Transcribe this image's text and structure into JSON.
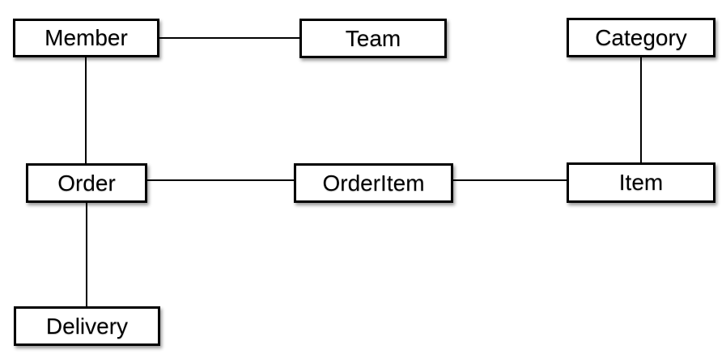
{
  "diagram": {
    "type": "entity-relationship",
    "colors": {
      "background": "#ffffff",
      "node_fill": "#ffffff",
      "node_border": "#000000",
      "edge": "#000000",
      "text": "#000000"
    },
    "nodes": [
      {
        "id": "member",
        "label": "Member"
      },
      {
        "id": "team",
        "label": "Team"
      },
      {
        "id": "category",
        "label": "Category"
      },
      {
        "id": "order",
        "label": "Order"
      },
      {
        "id": "orderitem",
        "label": "OrderItem"
      },
      {
        "id": "item",
        "label": "Item"
      },
      {
        "id": "delivery",
        "label": "Delivery"
      }
    ],
    "edges": [
      {
        "from": "Member",
        "to": "Team"
      },
      {
        "from": "Member",
        "to": "Order"
      },
      {
        "from": "Category",
        "to": "Item"
      },
      {
        "from": "Order",
        "to": "OrderItem"
      },
      {
        "from": "OrderItem",
        "to": "Item"
      },
      {
        "from": "Order",
        "to": "Delivery"
      }
    ]
  }
}
